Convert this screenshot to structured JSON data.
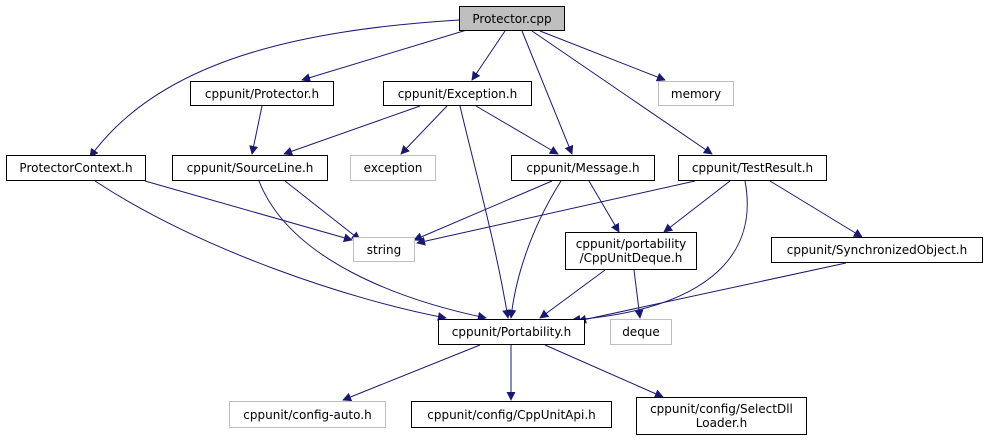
{
  "colors": {
    "edge": "#191970",
    "root_fill": "#bfbfbf",
    "node_border": "#000000",
    "external_border": "#bfbfbf"
  },
  "nodes": {
    "protector_cpp": "Protector.cpp",
    "cppunit_protector_h": "cppunit/Protector.h",
    "cppunit_exception_h": "cppunit/Exception.h",
    "memory": "memory",
    "protector_context_h": "ProtectorContext.h",
    "cppunit_sourceline_h": "cppunit/SourceLine.h",
    "exception": "exception",
    "cppunit_message_h": "cppunit/Message.h",
    "cppunit_testresult_h": "cppunit/TestResult.h",
    "string": "string",
    "cppunit_portability_cppunitdeque_h": "cppunit/portability\n/CppUnitDeque.h",
    "cppunit_synchronizedobject_h": "cppunit/SynchronizedObject.h",
    "cppunit_portability_h": "cppunit/Portability.h",
    "deque": "deque",
    "cppunit_config_auto_h": "cppunit/config-auto.h",
    "cppunit_config_cppunitapi_h": "cppunit/config/CppUnitApi.h",
    "cppunit_config_selectdllloader_h": "cppunit/config/SelectDll\nLoader.h"
  }
}
